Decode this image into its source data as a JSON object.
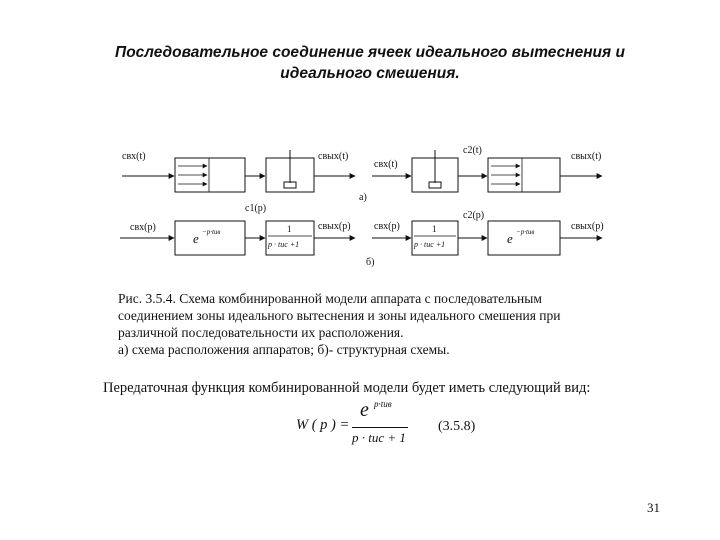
{
  "title": {
    "line1": "Последовательное соединение ячеек идеального вытеснения и",
    "line2": "идеального смешения."
  },
  "diagram_a": {
    "c_in_left": "cвх(t)",
    "c_out_mid": "cвых(t)",
    "c2_t": "c2(t)",
    "c_in_right": "cвх(t)",
    "c_out_right": "cвых(t)",
    "label": "а)"
  },
  "diagram_b": {
    "c1_p": "c1(p)",
    "c_in_left": "cвх(p)",
    "exp_left": "e",
    "exp_left_sup": "−p·tив",
    "frac_num_left": "1",
    "frac_den_left": "p · tиc +1",
    "c_out_mid": "cвых(p)",
    "c2_p": "c2(p)",
    "c_in_right": "cвх(p)",
    "frac_num_right": "1",
    "frac_den_right": "p · tиc +1",
    "exp_right": "e",
    "exp_right_sup": "−p·tив",
    "c_out_right": "cвых(p)",
    "label": "б)"
  },
  "caption": {
    "line1": "Рис. 3.5.4. Схема комбинированной модели аппарата с последовательным",
    "line2": "соединением зоны идеального вытеснения и зоны идеального смешения при",
    "line3": "различной последовательности их расположения.",
    "line4": "а) схема расположения аппаратов; б)- структурная схемы."
  },
  "transfer_intro": "Передаточная функция комбинированной модели будет иметь следующий вид:",
  "formula": {
    "lhs": "W ( p ) =",
    "num_e": "e",
    "num_exp": "p·tив",
    "den": "p · tис + 1",
    "number": "(3.5.8)"
  },
  "page_number": "31"
}
